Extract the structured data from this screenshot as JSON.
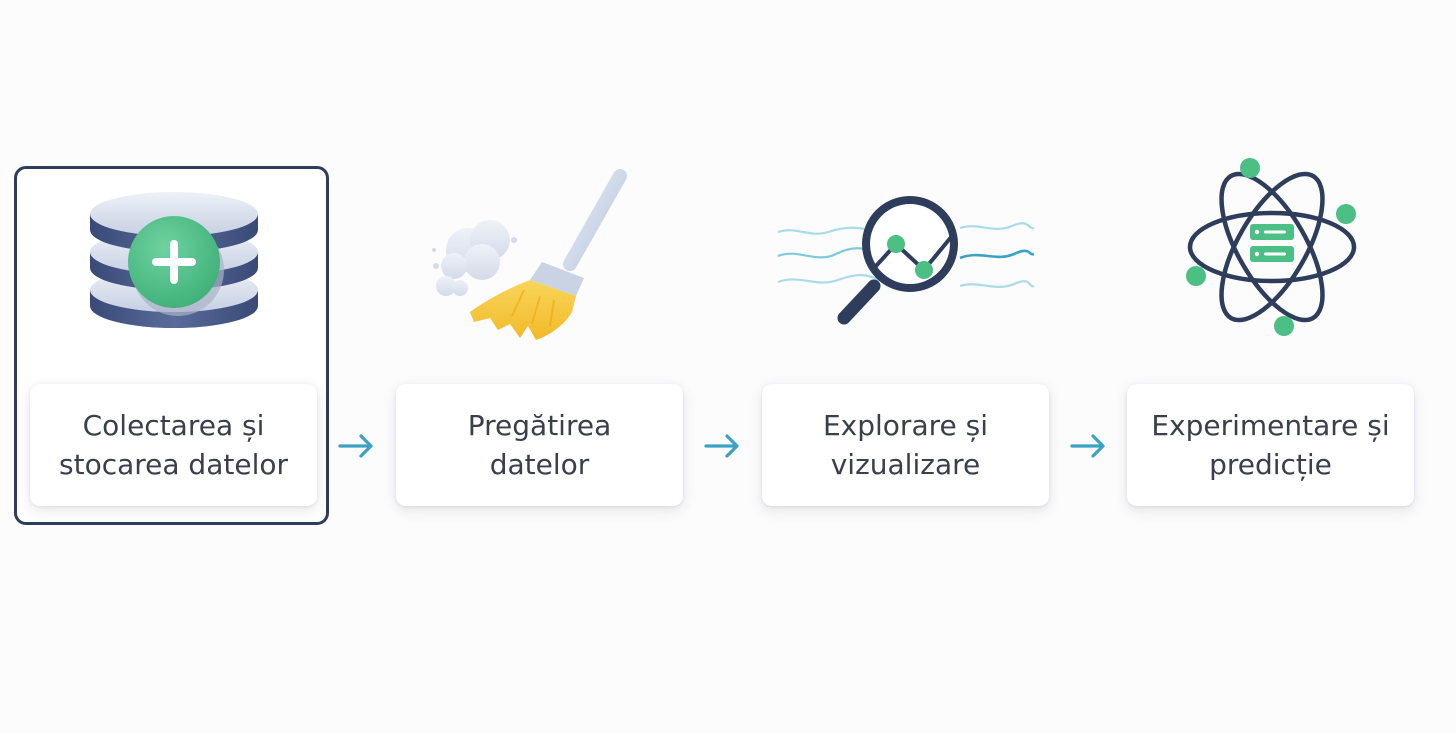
{
  "diagram": {
    "steps": [
      {
        "label": "Colectarea și\nstocarea datelor",
        "icon": "database-add-icon",
        "highlighted": true
      },
      {
        "label": "Pregătirea datelor",
        "icon": "broom-icon",
        "highlighted": false
      },
      {
        "label": "Explorare și\nvizualizare",
        "icon": "magnifier-chart-icon",
        "highlighted": false
      },
      {
        "label": "Experimentare și\npredicție",
        "icon": "atom-server-icon",
        "highlighted": false
      }
    ],
    "colors": {
      "navy": "#2e3d5c",
      "green": "#4cbf85",
      "yellow": "#f6c93f",
      "teal": "#3aa3c4",
      "text": "#3a3f4b"
    }
  }
}
